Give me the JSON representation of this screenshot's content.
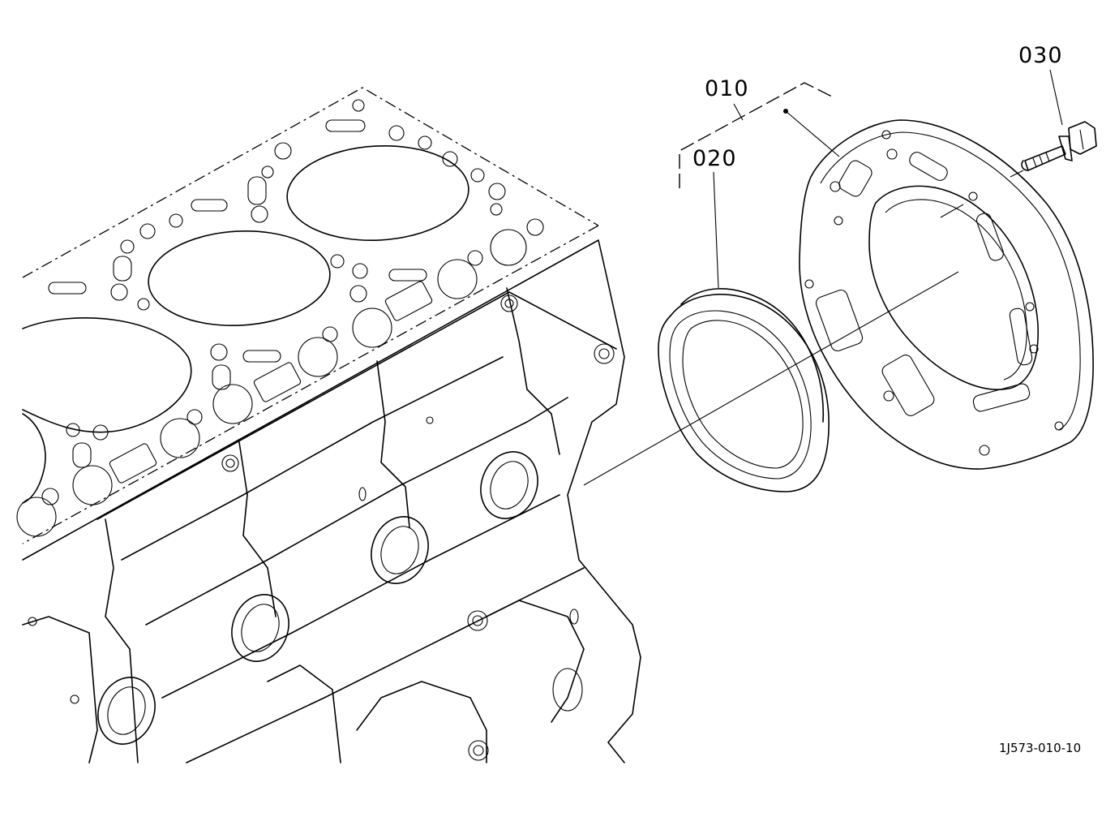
{
  "callouts": {
    "part_010": "010",
    "part_020": "020",
    "part_030": "030"
  },
  "figure_code": "1J573-010-10",
  "icons": {
    "engine_block": "cylinder-block-drawing",
    "seal": "oil-seal-ring-drawing",
    "housing": "seal-housing-plate-drawing",
    "bolt": "flange-bolt-drawing"
  }
}
